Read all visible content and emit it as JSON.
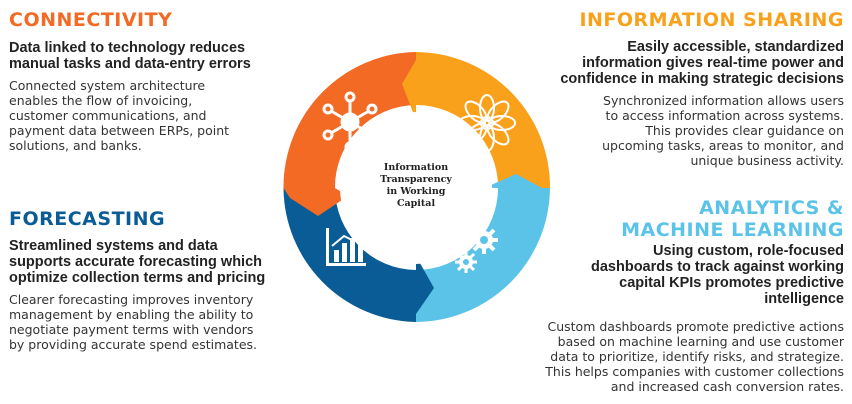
{
  "colors": {
    "connectivity": "#F26A23",
    "information_sharing": "#F9A11B",
    "analytics": "#5CC3E8",
    "forecasting": "#0A5C96"
  },
  "center_label": "Information\nTransparency\nin Working\nCapital",
  "sections": {
    "connectivity": {
      "title": "CONNECTIVITY",
      "subtitle": "Data linked to technology reduces\nmanual tasks and data-entry errors",
      "body": "Connected system architecture\nenables the flow of invoicing,\ncustomer communications, and\npayment data between ERPs, point\nsolutions, and banks.",
      "icon": "network-hub-icon"
    },
    "information_sharing": {
      "title": "INFORMATION SHARING",
      "subtitle": "Easily accessible, standardized\ninformation gives real-time power and\nconfidence in making strategic decisions",
      "body": "Synchronized information allows users\nto access information across systems.\nThis provides clear guidance on\nupcoming tasks, areas to monitor, and\nunique business activity.",
      "icon": "mandala-flower-icon"
    },
    "analytics": {
      "title": "ANALYTICS &\nMACHINE LEARNING",
      "subtitle": "Using custom, role-focused\ndashboards to track against working\ncapital KPIs promotes predictive\nintelligence",
      "body": "Custom dashboards promote predictive actions\nbased on machine learning and use customer\ndata to prioritize, identify risks, and strategize.\nThis helps companies with customer collections\nand increased cash conversion rates.",
      "icon": "gears-icon"
    },
    "forecasting": {
      "title": "FORECASTING",
      "subtitle": "Streamlined systems and data\nsupports accurate forecasting which\noptimize collection terms and pricing",
      "body": "Clearer forecasting improves inventory\nmanagement by enabling the ability to\nnegotiate payment terms with vendors\nby providing accurate spend estimates.",
      "icon": "growth-chart-icon"
    }
  }
}
